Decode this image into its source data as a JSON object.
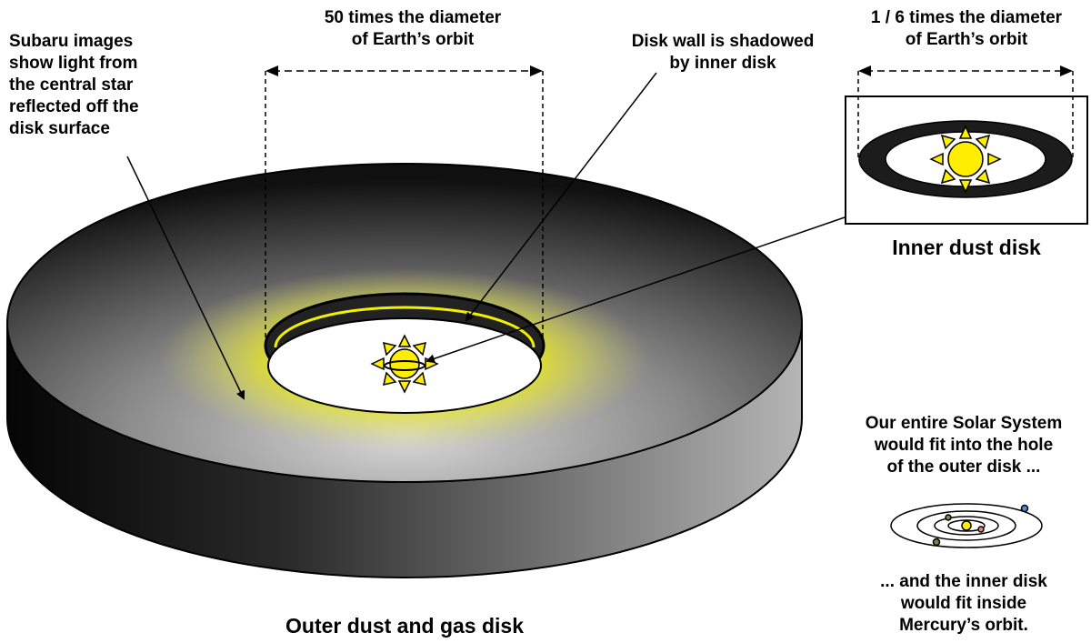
{
  "labels": {
    "subaru": [
      "Subaru images",
      "show light from",
      "the central star",
      "reflected off the",
      "disk surface"
    ],
    "outer_diameter": [
      "50 times the diameter",
      "of Earth’s orbit"
    ],
    "disk_wall": [
      "Disk wall is shadowed",
      "by inner disk"
    ],
    "inner_diameter": [
      "1 / 6 times the diameter",
      "of Earth’s orbit"
    ],
    "inner_disk_title": "Inner dust disk",
    "outer_disk_title": "Outer dust and gas disk",
    "solar_fit": [
      "Our entire Solar System",
      "would fit into the hole",
      "of the outer disk ..."
    ],
    "inner_fit": [
      "... and the inner disk",
      "would fit inside",
      "Mercury’s orbit."
    ]
  },
  "colors": {
    "disk_dark": "#111111",
    "disk_light": "#c8c8c8",
    "glow": "#f5f500",
    "sun": "#ffee00",
    "ink": "#000000"
  },
  "icons": [
    "sun-icon",
    "mini-solar-system-icon"
  ]
}
